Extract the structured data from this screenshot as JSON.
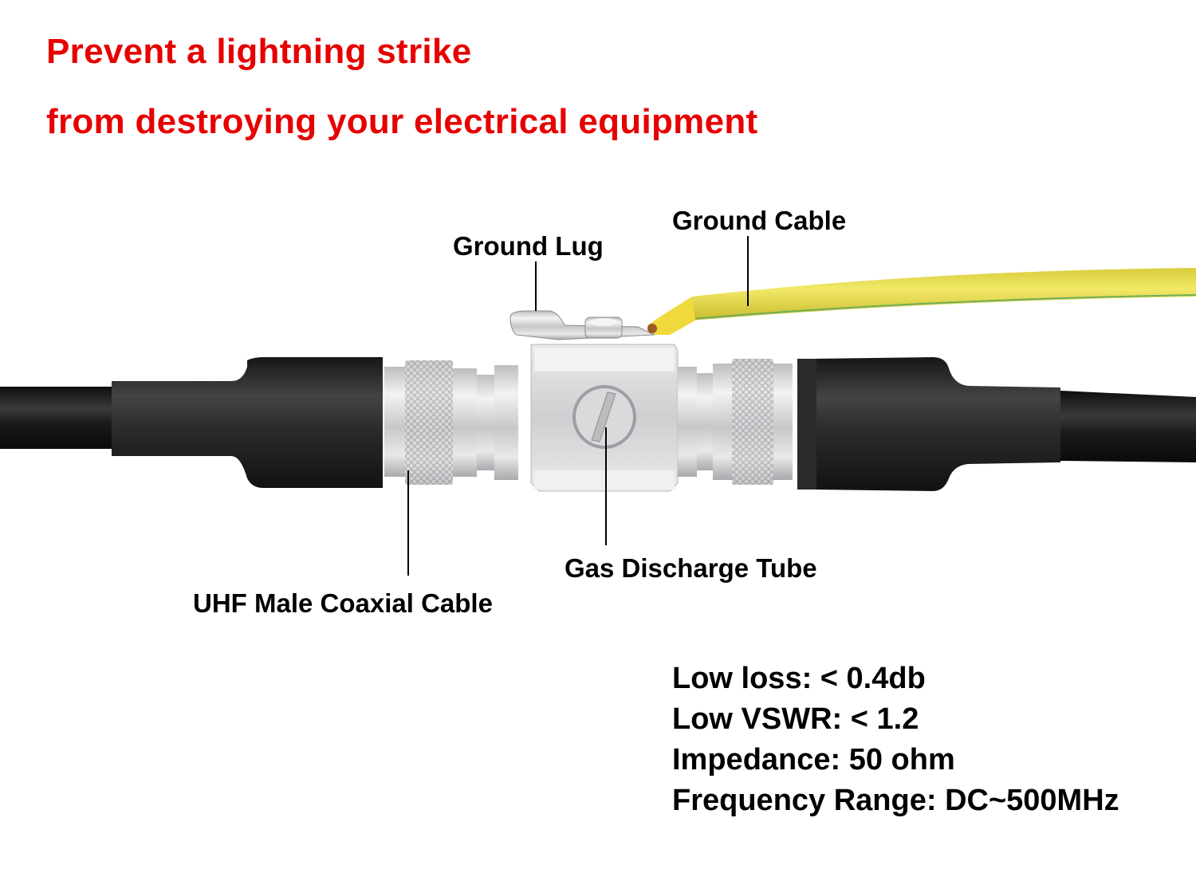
{
  "headline": {
    "line1": "Prevent a lightning strike",
    "line2": "from destroying your electrical equipment",
    "color": "#e60000"
  },
  "callouts": {
    "ground_lug": "Ground Lug",
    "ground_cable": "Ground Cable",
    "gas_discharge_tube": "Gas Discharge Tube",
    "uhf_male_coaxial_cable": "UHF Male Coaxial Cable"
  },
  "specs": [
    "Low loss: < 0.4db",
    "Low VSWR: < 1.2",
    "Impedance: 50 ohm",
    "Frequency Range: DC~500MHz"
  ],
  "colors": {
    "cable_black": "#1c1c1c",
    "heatshrink": "#2a2a2a",
    "metal": "#d4d4d6",
    "ground_wire_yellow": "#ece052",
    "callout_line": "#000000"
  }
}
